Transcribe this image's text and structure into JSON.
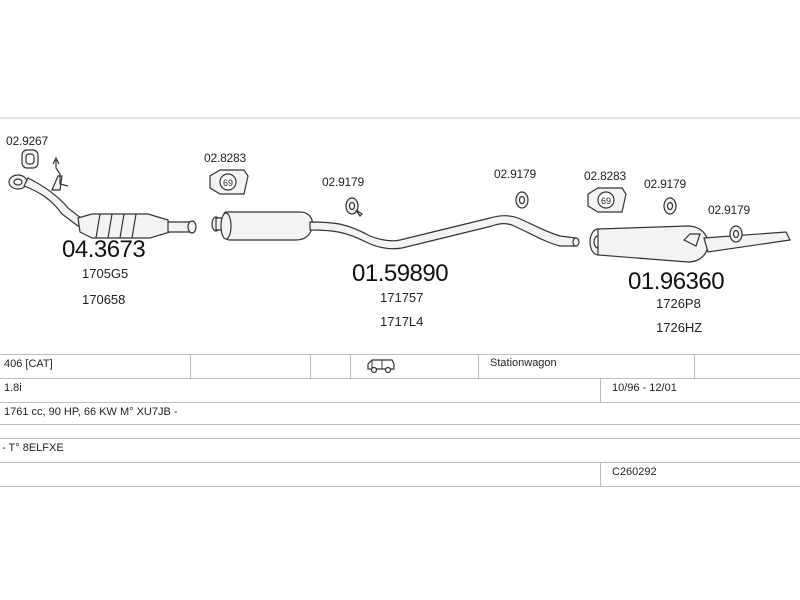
{
  "diagram": {
    "front_section": {
      "part_number": "04.3673",
      "refs": [
        "1705G5",
        "170658"
      ],
      "accessory_codes": [
        "02.9267"
      ]
    },
    "middle_section": {
      "part_number": "01.59890",
      "refs": [
        "171757",
        "1717L4"
      ],
      "accessory_codes": [
        "02.8283",
        "02.9179",
        "02.9179"
      ]
    },
    "rear_section": {
      "part_number": "01.96360",
      "refs": [
        "1726P8",
        "1726HZ"
      ],
      "accessory_codes": [
        "02.8283",
        "02.9179",
        "02.9179"
      ]
    },
    "clamp_size": "69"
  },
  "vehicle_table": {
    "model": "406  [CAT]",
    "body_type": "Stationwagon",
    "engine_size": "1.8i",
    "production_dates": "10/96 - 12/01",
    "engine_details": "1761 cc, 90 HP, 66 KW  M° XU7JB -",
    "engine_code": "- T° 8ELFXE",
    "catalog_code": "C260292",
    "vehicle_icon": "van-icon"
  }
}
